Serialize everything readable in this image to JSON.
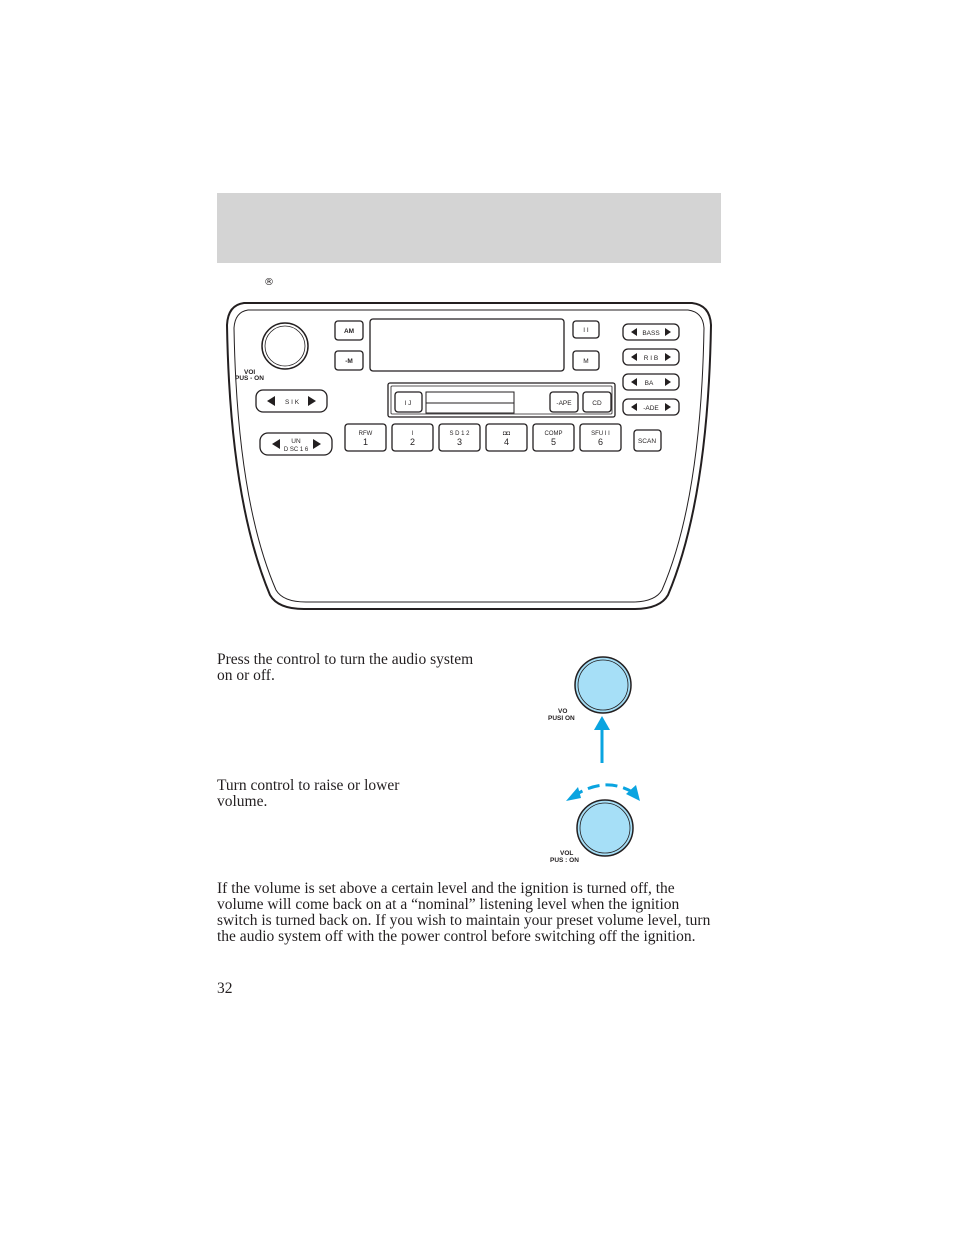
{
  "header": {
    "reg_mark": "®"
  },
  "radio": {
    "vol_label_line1": "VOI",
    "vol_label_line2": "PUS - ON",
    "am_label": "AM",
    "fm_label": "-M",
    "right_top1_label": "I I",
    "right_top2_label": "M",
    "seek_label": "S   I K",
    "tune_label_line1": "UN",
    "tune_label_line2": "D SC 1 6",
    "ej_label": "I J",
    "tape_label": "-APE",
    "cd_label": "CD",
    "bass_label": "BASS",
    "treb_label": "R I B",
    "bal_label": "BA",
    "fade_label": "-ADE",
    "scan_label": "SCAN",
    "presets": [
      {
        "top": "RFW",
        "num": "1"
      },
      {
        "top": "I",
        "num": "2"
      },
      {
        "top": "S D    1 2",
        "num": "3"
      },
      {
        "top": "◘◘",
        "num": "4"
      },
      {
        "top": "COMP",
        "num": "5"
      },
      {
        "top": "SFU   I I",
        "num": "6"
      }
    ]
  },
  "text": {
    "power_desc": "Press the control to turn the audio system on or off.",
    "volume_desc": "Turn control to raise or lower volume.",
    "note": "If the volume is set above a certain level and the ignition is turned off, the volume will come back on at a “nominal” listening level when the ignition switch is turned back on. If you wish to maintain your preset volume level, turn the audio system off with the power control before switching off the ignition.",
    "page_number": "32"
  },
  "figures": {
    "power_label_line1": "VO",
    "power_label_line2": "PUSI ON",
    "volume_label_line1": "VOL",
    "volume_label_line2": "PUS : ON",
    "knob_color": "#a6dff7",
    "arrow_color": "#0aa4e0"
  }
}
